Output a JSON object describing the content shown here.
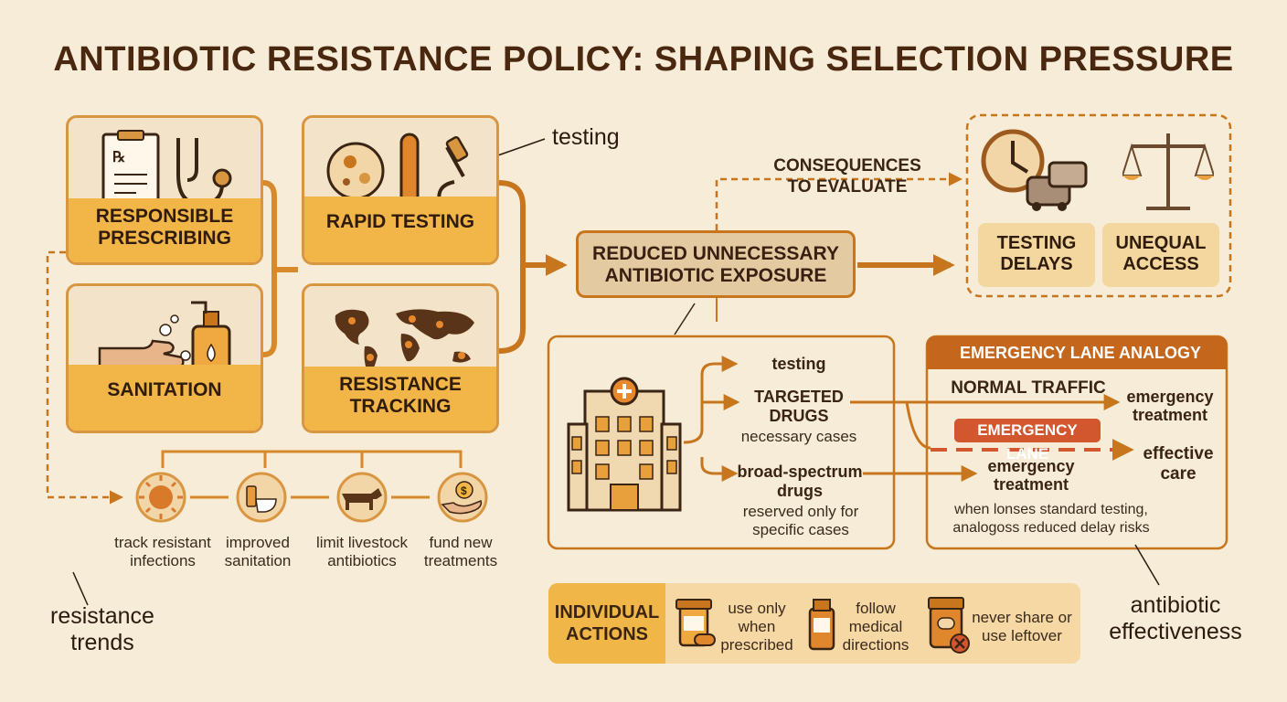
{
  "title": "ANTIBIOTIC RESISTANCE POLICY: SHAPING SELECTION PRESSURE",
  "strategies": {
    "prescribing": "RESPONSIBLE PRESCRIBING",
    "testing": "RAPID TESTING",
    "sanitation": "SANITATION",
    "tracking": "RESISTANCE TRACKING"
  },
  "callouts": {
    "testing": "testing",
    "resistance_trends": "resistance trends",
    "antibiotic_effectiveness": "antibiotic effectiveness"
  },
  "outcome": "REDUCED UNNECESSARY ANTIBIOTIC EXPOSURE",
  "consequences": {
    "label": "CONSEQUENCES TO EVALUATE",
    "items": [
      "TESTING DELAYS",
      "UNEQUAL ACCESS"
    ]
  },
  "measures": [
    {
      "label": "track resistant infections",
      "icon": "virus-icon"
    },
    {
      "label": "improved sanitation",
      "icon": "toilet-icon"
    },
    {
      "label": "limit livestock antibiotics",
      "icon": "cow-icon"
    },
    {
      "label": "fund new treatments",
      "icon": "funding-hand-icon"
    }
  ],
  "hospital_flow": {
    "testing": "testing",
    "targeted": "TARGETED DRUGS",
    "targeted_sub": "necessary cases",
    "broad": "broad-spectrum drugs",
    "broad_sub": "reserved only for specific cases"
  },
  "lane_analogy": {
    "header": "EMERGENCY LANE ANALOGY",
    "normal": "NORMAL TRAFFIC",
    "normal_result": "emergency treatment",
    "lane": "EMERGENCY LANE",
    "lane_result": "effective care",
    "lane_treatment": "emergency treatment",
    "caption": "when lonses standard testing, analogoss reduced delay risks"
  },
  "individual": {
    "label": "INDIVIDUAL ACTIONS",
    "items": [
      "use only when prescribed",
      "follow medical directions",
      "never share or use leftover"
    ]
  },
  "colors": {
    "background": "#f6ecd8",
    "accent": "#c8761e",
    "band": "#f2b548",
    "lane_red": "#d2572e"
  }
}
